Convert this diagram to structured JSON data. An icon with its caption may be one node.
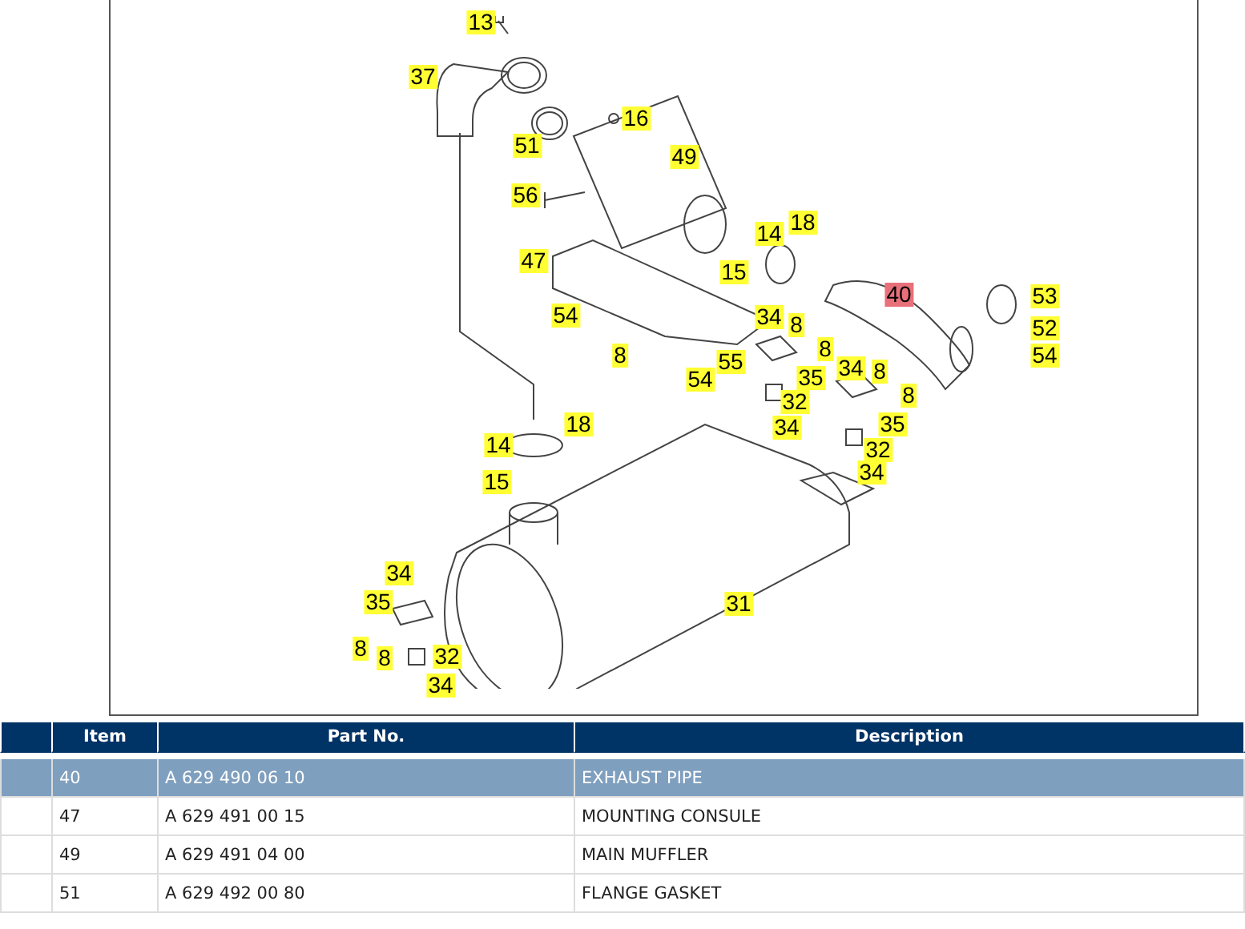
{
  "diagram": {
    "labels": [
      "13",
      "37",
      "16",
      "51",
      "49",
      "56",
      "47",
      "14",
      "18",
      "15",
      "54",
      "40",
      "53",
      "52",
      "54",
      "34",
      "8",
      "8",
      "55",
      "54",
      "8",
      "35",
      "32",
      "34",
      "34",
      "8",
      "8",
      "35",
      "32",
      "34",
      "14",
      "18",
      "15",
      "31",
      "34",
      "35",
      "8",
      "8",
      "32",
      "34",
      "Item",
      "Part No.",
      "Description",
      "40",
      "A 629 490 06 10",
      "EXHAUST PIPE",
      "47",
      "A 629 491 00 15",
      "MOUNTING CONSULE",
      "49",
      "A 629 491 04 00",
      "MAIN MUFFLER",
      "51",
      "A 629 492 00 80",
      "FLANGE GASKET"
    ]
  }
}
